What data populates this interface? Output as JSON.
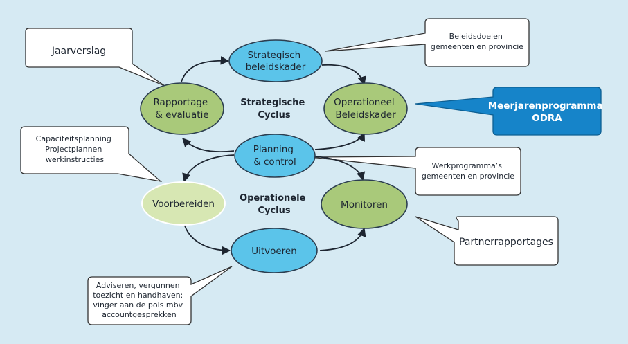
{
  "diagram": {
    "nodes": {
      "strategisch": {
        "lines": [
          "Strategisch",
          "beleidskader"
        ]
      },
      "rapportage": {
        "lines": [
          "Rapportage",
          "& evaluatie"
        ]
      },
      "operationeel": {
        "lines": [
          "Operationeel",
          "Beleidskader"
        ]
      },
      "planning": {
        "lines": [
          "Planning",
          "& control"
        ]
      },
      "voorbereiden": {
        "lines": [
          "Voorbereiden"
        ]
      },
      "monitoren": {
        "lines": [
          "Monitoren"
        ]
      },
      "uitvoeren": {
        "lines": [
          "Uitvoeren"
        ]
      }
    },
    "cycles": {
      "strategic": {
        "lines": [
          "Strategische",
          "Cyclus"
        ]
      },
      "operational": {
        "lines": [
          "Operationele",
          "Cyclus"
        ]
      }
    },
    "callouts": {
      "jaarverslag": {
        "lines": [
          "Jaarverslag"
        ]
      },
      "beleidsdoelen": {
        "lines": [
          "Beleidsdoelen",
          "gemeenten en provincie"
        ]
      },
      "meerjarenprogramma": {
        "lines": [
          "Meerjarenprogramma",
          "ODRA"
        ]
      },
      "capaciteitsplanning": {
        "lines": [
          "Capaciteitsplanning",
          "Projectplannen",
          "werkinstructies"
        ]
      },
      "werkprogramma": {
        "lines": [
          "Werkprogramma’s",
          "gemeenten en provincie"
        ]
      },
      "partnerrapportages": {
        "lines": [
          "Partnerrapportages"
        ]
      },
      "adviseren": {
        "lines": [
          "Adviseren, vergunnen",
          "toezicht en handhaven:",
          "vinger aan de pols mbv",
          "accountgesprekken"
        ]
      }
    },
    "colors": {
      "background": "#d6eaf3",
      "blue_node": "#5bc4ea",
      "green_node": "#a9c97a",
      "light_green_node": "#d7e7b3",
      "odra_callout": "#1684c9"
    }
  }
}
